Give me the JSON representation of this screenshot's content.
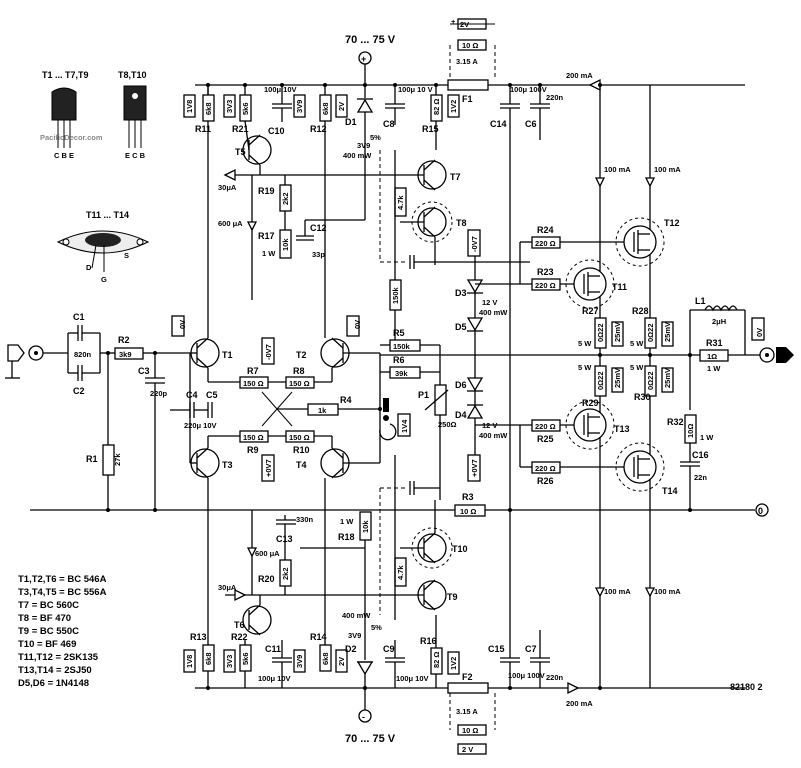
{
  "supply": {
    "pos": "70 ... 75 V",
    "neg": "70 ... 75 V"
  },
  "fuses": {
    "f1": "F1",
    "f2": "F2",
    "f1_rating": "3.15 A",
    "f2_rating": "3.15 A",
    "f1_res": "10 Ω",
    "f2_res": "10 Ω",
    "f1_volt": "2V",
    "f2_volt": "2 V"
  },
  "currents": {
    "top_200": "200 mA",
    "bot_200": "200 mA",
    "ma100_a": "100 mA",
    "ma100_b": "100 mA",
    "ma100_c": "100 mA",
    "ma100_d": "100 mA",
    "ua30_top": "30μA",
    "ua30_bot": "30μA",
    "ua600_top": "600 μA",
    "ua600_bot": "600 μA",
    "mw400_top": "400 mW",
    "mw400_bot": "400 mW"
  },
  "packages": {
    "t1_label": "T1 ... T7,T9",
    "t8_label": "T8,T10",
    "t1_pins": "C B E",
    "t8_pins": "E C B",
    "t11_label": "T11 ... T14",
    "pin_d": "D",
    "pin_g": "G",
    "pin_s": "S"
  },
  "watermark": "PacificDecor.com",
  "transistors": {
    "t1": "T1",
    "t2": "T2",
    "t3": "T3",
    "t4": "T4",
    "t5": "T5",
    "t6": "T6",
    "t7": "T7",
    "t8": "T8",
    "t9": "T9",
    "t10": "T10",
    "t11": "T11",
    "t12": "T12",
    "t13": "T13",
    "t14": "T14"
  },
  "resistors": {
    "r1": "R1",
    "r1v": "27k",
    "r2": "R2",
    "r2v": "3k9",
    "r3": "R3",
    "r3v": "10 Ω",
    "r4": "R4",
    "r4v": "1k",
    "r5": "R5",
    "r5v": "150k",
    "r6": "R6",
    "r6v": "39k",
    "r7": "R7",
    "r7v": "150 Ω",
    "r8": "R8",
    "r8v": "150 Ω",
    "r9": "R9",
    "r9v": "150 Ω",
    "r10": "R10",
    "r10v": "150 Ω",
    "r11": "R11",
    "r11v": "6k8",
    "r11s": "1V8",
    "r12": "R12",
    "r12v": "6k8",
    "r12s": "2V",
    "r13": "R13",
    "r13v": "6k8",
    "r13s": "1V8",
    "r14": "R14",
    "r14v": "6k8",
    "r14s": "2V",
    "r15": "R15",
    "r15v": "82 Ω",
    "r15s": "1V2",
    "r16": "R16",
    "r16v": "82 Ω",
    "r16s": "1V2",
    "r17": "R17",
    "r17v": "10k",
    "r17w": "1 W",
    "r18": "R18",
    "r18v": "10k",
    "r18w": "1 W",
    "r19": "R19",
    "r19v": "2k2",
    "r20": "R20",
    "r20v": "2k2",
    "r21": "R21",
    "r21v": "5k6",
    "r21s": "3V3",
    "r22": "R22",
    "r22v": "5k6",
    "r22s": "3V3",
    "r23": "R23",
    "r23v": "220 Ω",
    "r24": "R24",
    "r24v": "220 Ω",
    "r25": "R25",
    "r25v": "220 Ω",
    "r26": "R26",
    "r26v": "220 Ω",
    "r27": "R27",
    "r28": "R28",
    "r29": "R29",
    "r30": "R30",
    "r0022": "0Ω22",
    "r5w": "5 W",
    "r25mv": "25mV",
    "r31": "R31",
    "r31v": "1Ω",
    "r31w": "1 W",
    "r32": "R32",
    "r32v": "10Ω",
    "r32w": "1 W",
    "r47k_a": "4.7k",
    "r47k_b": "4.7k",
    "r150k": "150k",
    "p1": "P1",
    "p1v": "250Ω"
  },
  "capacitors": {
    "c1": "C1",
    "c2": "C2",
    "c12v": "820n",
    "c3": "C3",
    "c3v": "220p",
    "c4": "C4",
    "c5": "C5",
    "c45v": "220μ 10V",
    "c6": "C6",
    "c6v": "220n",
    "c7": "C7",
    "c7v": "220n",
    "c8": "C8",
    "c8v": "100μ 10 V",
    "c9": "C9",
    "c9v": "100μ 10V",
    "c10": "C10",
    "c10v": "100μ 10V",
    "c11": "C11",
    "c11v": "100μ 10V",
    "c12": "C12",
    "c12cv": "33p",
    "c13": "C13",
    "c13v": "330n",
    "c14": "C14",
    "c14v": "100μ 100V",
    "c15": "C15",
    "c15v": "100μ 100V",
    "c16": "C16",
    "c16v": "22n"
  },
  "diodes": {
    "d1": "D1",
    "d1v": "3V9",
    "d1p": "5%",
    "d2": "D2",
    "d2v": "3V9",
    "d2p": "5%",
    "d3": "D3",
    "d4": "D4",
    "d5": "D5",
    "d6": "D6",
    "z12v": "12 V"
  },
  "inductor": {
    "l1": "L1",
    "l1v": "2μH"
  },
  "voltages": {
    "v0_in": "0V",
    "v0_t2": "0V",
    "v0_out": "0V",
    "v_m0v7": "-0V7",
    "v_p0v7": "+0V7",
    "v_m0v7b": "-0V7",
    "v_p0v7b": "+0V7",
    "v_1v4": "1V4",
    "v_3v9a": "3V9",
    "v_3v9b": "3V9"
  },
  "legend": [
    "T1,T2,T6 = BC 546A",
    "T3,T4,T5 = BC 556A",
    "T7 = BC 560C",
    "T8 = BF 470",
    "T9 = BC 550C",
    "T10 = BF 469",
    "T11,T12 = 2SK135",
    "T13,T14 = 2SJ50",
    "D5,D6 = 1N4148"
  ],
  "doc_number": "82180 2",
  "misc": {
    "pol_plus": "+",
    "pol_minus": "-",
    "out_zero": "0"
  }
}
